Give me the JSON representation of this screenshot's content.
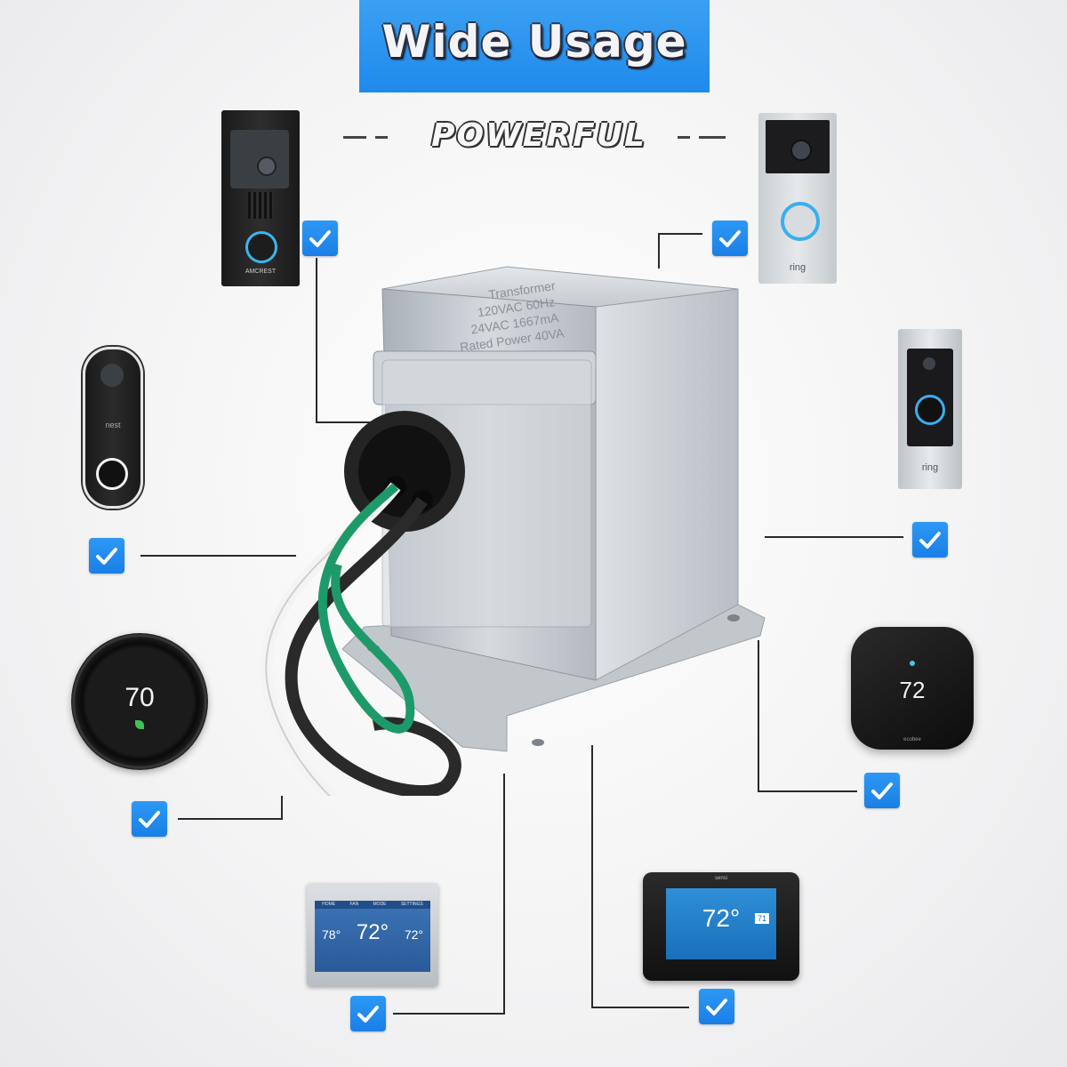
{
  "banner": {
    "title": "Wide Usage",
    "subtitle": "POWERFUL",
    "color": "#2393ee"
  },
  "transformer": {
    "label_lines": [
      "Transformer",
      "120VAC 60Hz",
      "24VAC 1667mA",
      "Rated Power 40VA"
    ]
  },
  "devices": {
    "doorbell_left_brand": "AMCREST",
    "doorbell_right_brand": "ring",
    "nest_doorbell_brand": "nest",
    "ring_pro_brand": "ring",
    "nest_thermostat_temp": "70",
    "ecobee_temp": "72",
    "ecobee_brand": "ecobee",
    "honeywell": {
      "tabs": [
        "HOME",
        "FAN",
        "MODE",
        "SETTINGS"
      ],
      "left": "78°",
      "center": "72°",
      "right": "72°"
    },
    "sensi": {
      "brand": "sensi",
      "temp": "72°",
      "set": "71"
    }
  },
  "colors": {
    "check": "#1f8aec",
    "wire_green": "#1e9a6a",
    "wire_black": "#2a2a2a",
    "wire_white": "#f4f4f4"
  }
}
